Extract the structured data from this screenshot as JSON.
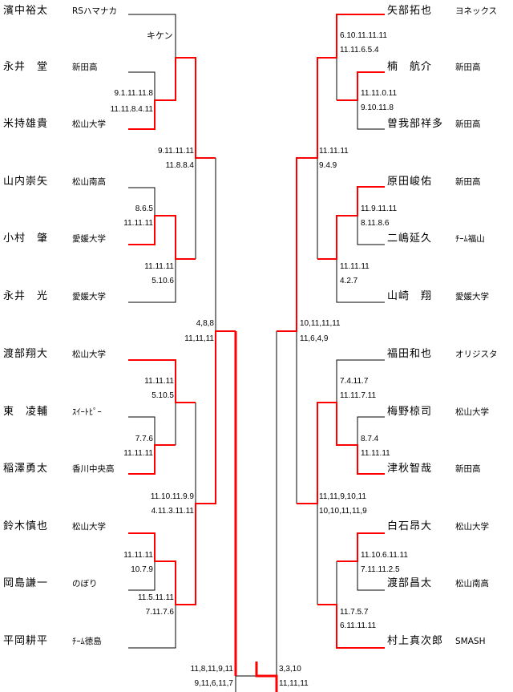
{
  "colors": {
    "winner": "#ff0000",
    "line": "#000000"
  },
  "left_players": [
    {
      "name": "濱中裕太",
      "school": "RSハマナカ"
    },
    {
      "name": "永井　堂",
      "school": "新田高"
    },
    {
      "name": "米持雄貴",
      "school": "松山大学"
    },
    {
      "name": "山内崇矢",
      "school": "松山南高"
    },
    {
      "name": "小村　肇",
      "school": "愛媛大学"
    },
    {
      "name": "永井　光",
      "school": "愛媛大学"
    },
    {
      "name": "渡部翔大",
      "school": "松山大学"
    },
    {
      "name": "東　凌輔",
      "school": "ｽｲｰﾄﾋﾟｰ"
    },
    {
      "name": "稲澤勇太",
      "school": "香川中央高"
    },
    {
      "name": "鈴木慎也",
      "school": "松山大学"
    },
    {
      "name": "岡島謙一",
      "school": "のぼり"
    },
    {
      "name": "平岡耕平",
      "school": "ﾁｰﾑ徳島"
    }
  ],
  "right_players": [
    {
      "name": "矢部拓也",
      "school": "ヨネックス"
    },
    {
      "name": "楠　航介",
      "school": "新田高"
    },
    {
      "name": "曽我部祥多",
      "school": "新田高"
    },
    {
      "name": "原田峻佑",
      "school": "新田高"
    },
    {
      "name": "二嶋延久",
      "school": "ﾁｰﾑ福山"
    },
    {
      "name": "山崎　翔",
      "school": "愛媛大学"
    },
    {
      "name": "福田和也",
      "school": "オリジスタ"
    },
    {
      "name": "梅野椋司",
      "school": "松山大学"
    },
    {
      "name": "津秋智哉",
      "school": "新田高"
    },
    {
      "name": "白石昂大",
      "school": "松山大学"
    },
    {
      "name": "渡部昌太",
      "school": "松山南高"
    },
    {
      "name": "村上真次郎",
      "school": "SMASH"
    }
  ],
  "left_notes": {
    "forfeit": "キケン"
  },
  "left_scores": [
    [
      "9.1.11.11.8",
      "11.11.8.4.11"
    ],
    [
      "9.11.11.11",
      "11.8.8.4"
    ],
    [
      "8.6.5",
      "11.11.11"
    ],
    [
      "11.11.11",
      "5.10.6"
    ],
    [
      "4,8,8",
      "11,11,11"
    ],
    [
      "11.11.11",
      "5.10.5"
    ],
    [
      "7.7.6",
      "11.11.11"
    ],
    [
      "11.10.11.9.9",
      "4.11.3.11.11"
    ],
    [
      "11.11.11",
      "10.7.9"
    ],
    [
      "11.5.11.11",
      "7.11.7.6"
    ],
    [
      "11,8,11,9,11",
      "9,11,6,11,7"
    ]
  ],
  "right_scores": [
    [
      "6.10.11.11.11",
      "11.11.6.5.4"
    ],
    [
      "11.11.0.11",
      "9.10.11.8"
    ],
    [
      "11.11.11",
      "9.4.9"
    ],
    [
      "11.9.11.11",
      "8.11.8.6"
    ],
    [
      "11.11.11",
      "4.2.7"
    ],
    [
      "10,11,11,11",
      "11,6,4,9"
    ],
    [
      "7.4.11.7",
      "11.11.7.11"
    ],
    [
      "8.7.4",
      "11.11.11"
    ],
    [
      "11,11,9,10,11",
      "10,10,11,11,9"
    ],
    [
      "11.10.6.11.11",
      "7.11.11.2.5"
    ],
    [
      "11.7.5.7",
      "6.11.11.11"
    ],
    [
      "3,3,10",
      "11,11,11"
    ]
  ]
}
